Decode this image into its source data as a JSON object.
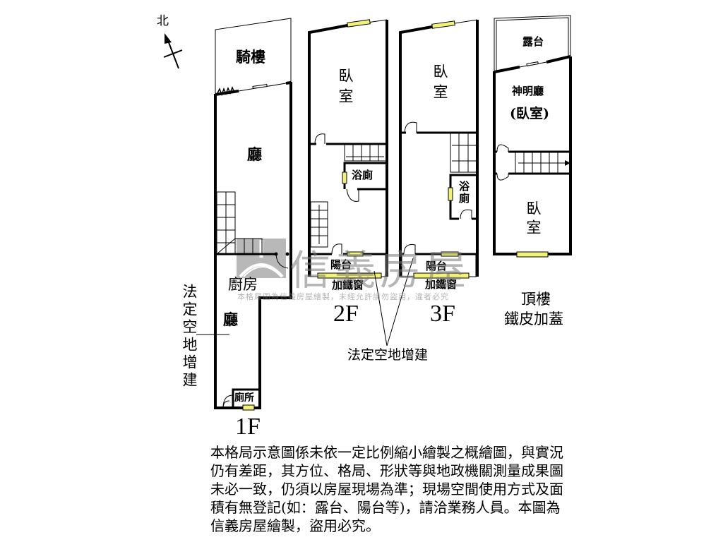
{
  "compass": {
    "label": "北"
  },
  "floors": [
    {
      "id": "1F",
      "name": "1F",
      "rooms": [
        {
          "key": "arcade",
          "label": "騎樓"
        },
        {
          "key": "living",
          "label": "廳"
        },
        {
          "key": "kitchen",
          "label": "廚房"
        },
        {
          "key": "living2",
          "label": "廳"
        },
        {
          "key": "toilet",
          "label": "廁所"
        }
      ],
      "side_note": "法定空地增建"
    },
    {
      "id": "2F",
      "name": "2F",
      "rooms": [
        {
          "key": "bedroom",
          "label": "臥室"
        },
        {
          "key": "bath",
          "label": "浴廁"
        },
        {
          "key": "balcony",
          "label": "陽台"
        },
        {
          "key": "iron_window",
          "label": "加鐵窗"
        }
      ]
    },
    {
      "id": "3F",
      "name": "3F",
      "rooms": [
        {
          "key": "bedroom",
          "label": "臥室"
        },
        {
          "key": "bath",
          "label": "浴廁"
        },
        {
          "key": "balcony",
          "label": "陽台"
        },
        {
          "key": "iron_window",
          "label": "加鐵窗"
        }
      ]
    },
    {
      "id": "roof",
      "name": "頂樓",
      "subtitle": "鐵皮加蓋",
      "rooms": [
        {
          "key": "terrace",
          "label": "露台"
        },
        {
          "key": "shrine",
          "label": "神明廳"
        },
        {
          "key": "shrine_alt",
          "label": "(臥室)"
        },
        {
          "key": "bedroom",
          "label": "臥室"
        }
      ]
    }
  ],
  "annotation": {
    "label": "法定空地增建"
  },
  "watermark": {
    "brand": "信義房屋",
    "notice": "本格局圖為信義房屋繪製，未經允許請勿盜用，違者必究"
  },
  "disclaimer": "本格局示意圖係未依一定比例縮小繪製之概繪圖，與實況仍有差距，其方位、格局、形狀等與地政機關測量成果圖未必一致，仍須以房屋現場為準；現場空間使用方式及面積有無登記(如：露台、陽台等)，請洽業務人員。本圖為信義房屋繪製，盜用必究。",
  "colors": {
    "wall": "#000000",
    "window_fill": "#f2f27a",
    "watermark": "#8c8c8c",
    "background": "#ffffff"
  }
}
